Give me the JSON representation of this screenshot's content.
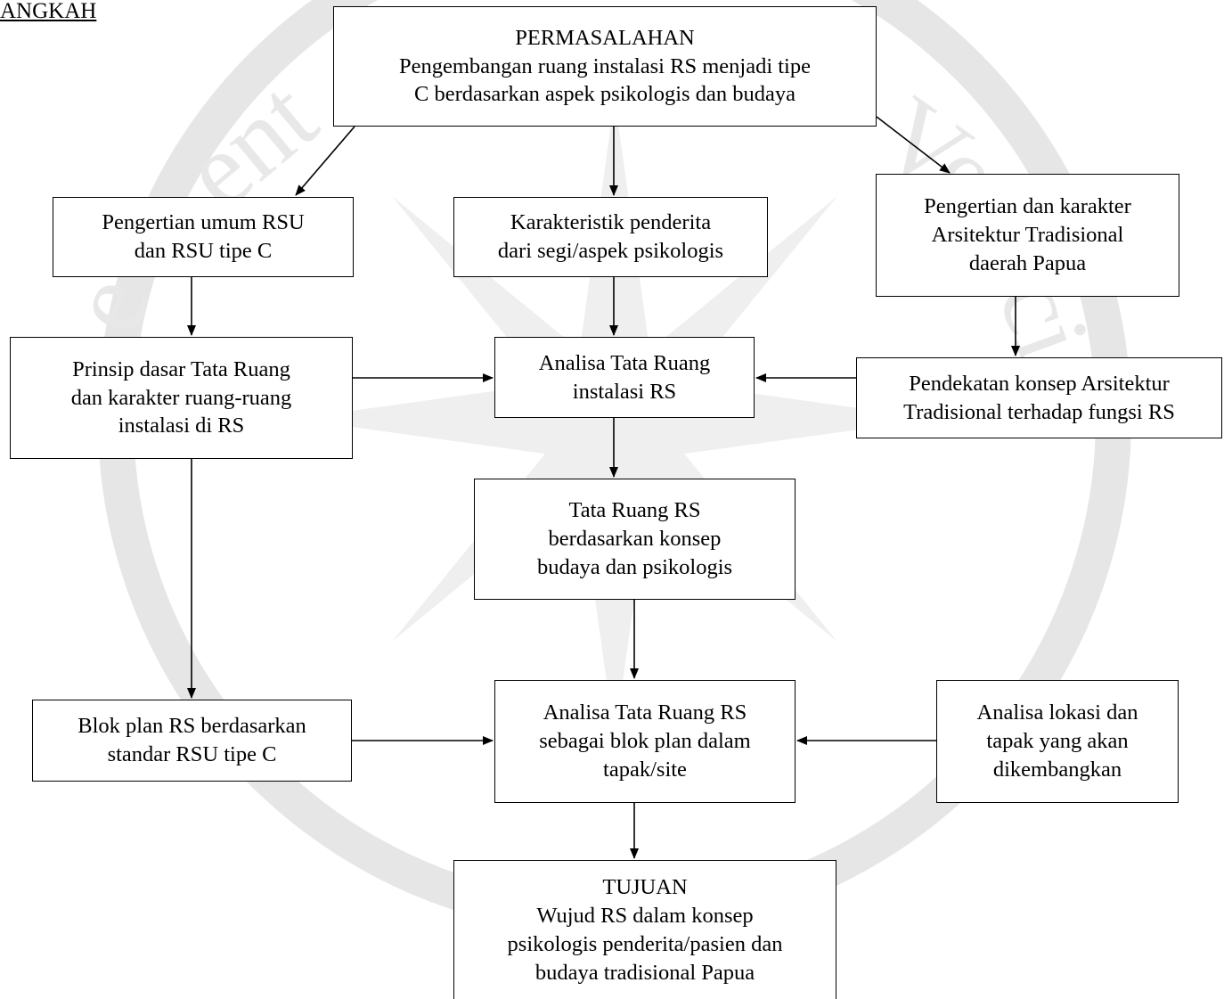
{
  "heading": "ANGKAH",
  "boxes": {
    "permasalahan": {
      "title": "PERMASALAHAN",
      "text": "Pengembangan ruang instalasi RS menjadi tipe\nC berdasarkan aspek psikologis dan budaya"
    },
    "pengertian_rsu": {
      "text": "Pengertian umum RSU\ndan RSU tipe C"
    },
    "karakteristik": {
      "text": "Karakteristik penderita\ndari segi/aspek psikologis"
    },
    "pengertian_arsitektur": {
      "text": "Pengertian dan karakter\nArsitektur Tradisional\ndaerah Papua"
    },
    "prinsip": {
      "text": "Prinsip dasar Tata Ruang\ndan karakter ruang-ruang\ninstalasi di RS"
    },
    "analisa_tata_ruang": {
      "text": "Analisa Tata Ruang\ninstalasi RS"
    },
    "pendekatan": {
      "text": "Pendekatan konsep Arsitektur\nTradisional terhadap fungsi RS"
    },
    "tata_ruang_rs": {
      "text": "Tata Ruang RS\nberdasarkan konsep\nbudaya dan psikologis"
    },
    "blok_plan": {
      "text": "Blok plan RS berdasarkan\nstandar RSU tipe C"
    },
    "analisa_blok": {
      "text": "Analisa Tata Ruang RS\nsebagai blok plan dalam\ntapak/site"
    },
    "analisa_lokasi": {
      "text": "Analisa lokasi dan\ntapak yang akan\ndikembangkan"
    },
    "tujuan": {
      "title": "TUJUAN",
      "text": "Wujud RS dalam konsep\npsikologis penderita/pasien dan\nbudaya tradisional Papua"
    }
  }
}
